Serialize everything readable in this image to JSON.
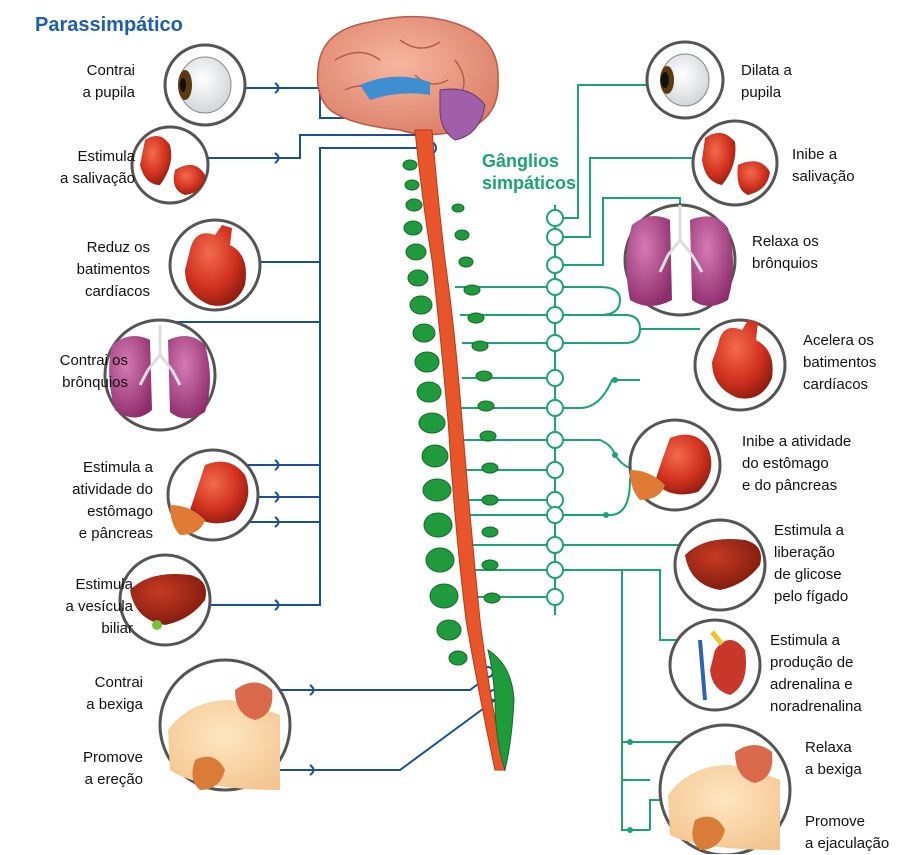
{
  "titles": {
    "parasympathetic": "Parassimpático",
    "ganglia": "Gânglios\nsimpáticos"
  },
  "left_labels": [
    "Contrai\na pupila",
    "Estimula\na salivação",
    "Reduz os\nbatimentos\ncardíacos",
    "Contrai os\nbrônquios",
    "Estimula a\natividade do\nestômago\ne pâncreas",
    "Estimula\na vesícula\nbiliar",
    "Contrai\na bexiga",
    "Promove\na ereção"
  ],
  "right_labels": [
    "Dilata a\npupila",
    "Inibe a\nsalivação",
    "Relaxa os\nbrônquios",
    "Acelera os\nbatimentos\ncardíacos",
    "Inibe a atividade\ndo estômago\ne do pâncreas",
    "Estimula a\nliberação\nde glicose\npelo fígado",
    "Estimula a\nprodução de\nadrenalina e\nnoradrenalina",
    "Relaxa\na bexiga",
    "Promove\na ejaculação"
  ],
  "colors": {
    "parasympathetic": "#1a4f9c",
    "sympathetic": "#1aa573",
    "title_blue": "#1f5fa8",
    "title_green": "#1aa573",
    "spinal_cord": "#e8552a",
    "vertebrae": "#1f9a3c"
  }
}
